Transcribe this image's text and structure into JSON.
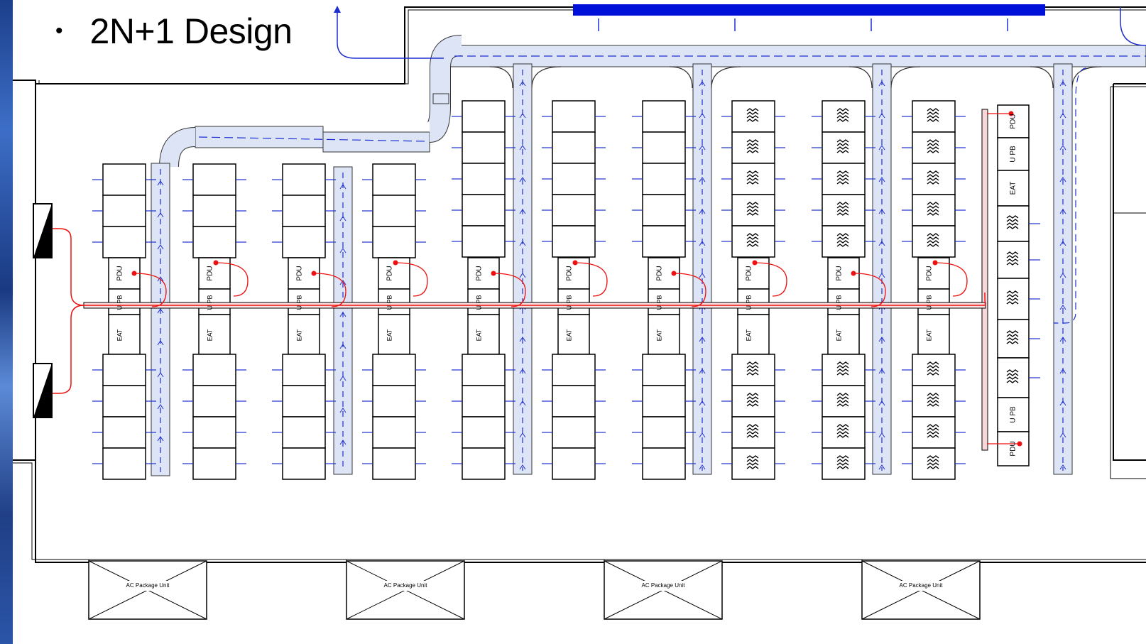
{
  "slide": {
    "bullet": "•",
    "title": "2N+1 Design"
  },
  "labels": {
    "pdu": "PDU",
    "upb": "U PB",
    "eat": "EAT",
    "package_unit": "AC Package Unit"
  },
  "colors": {
    "wall": "#000000",
    "duct_fill": "#dde4f6",
    "duct_line": "#1e2fd0",
    "power": "#ee1111",
    "header_bar": "#0010d8"
  }
}
